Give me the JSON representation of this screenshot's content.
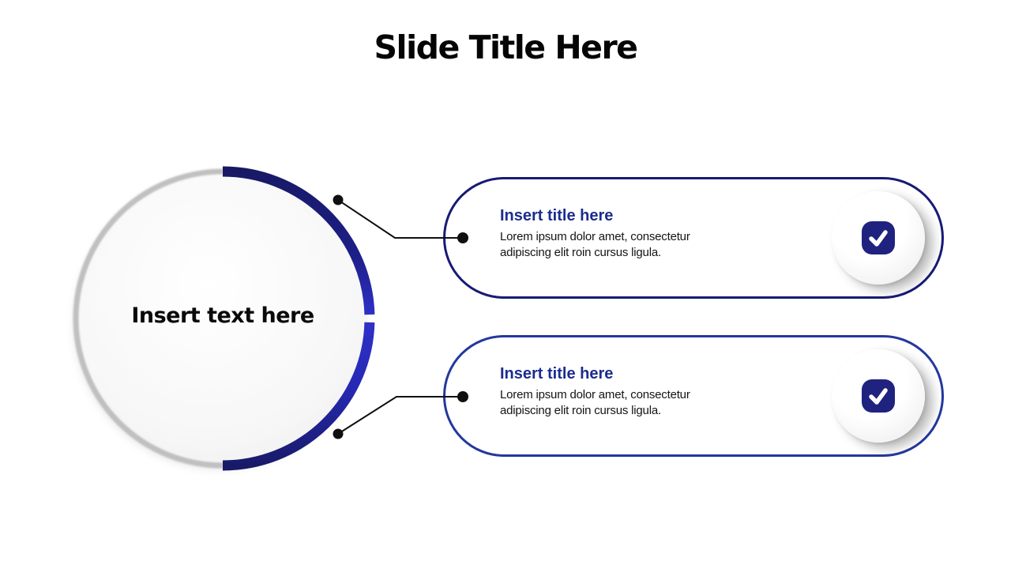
{
  "slide": {
    "title": "Slide Title Here",
    "background": "#ffffff"
  },
  "circle": {
    "label": "Insert text here",
    "fill_gradient": [
      "#ffffff",
      "#efefef"
    ],
    "left_arc_color": "#c0c0c0",
    "right_arc_gradient": [
      "#171963",
      "#2f31c9",
      "#171963"
    ]
  },
  "items": [
    {
      "title": "Insert title here",
      "body_line1": "Lorem ipsum dolor amet, consectetur",
      "body_line2": "adipiscing elit roin cursus ligula.",
      "border_color": "#181b74",
      "icon": "check-icon",
      "icon_bg": "#20227f"
    },
    {
      "title": "Insert title here",
      "body_line1": "Lorem ipsum dolor amet, consectetur",
      "body_line2": "adipiscing elit roin cursus ligula.",
      "border_color": "#24389d",
      "icon": "check-icon",
      "icon_bg": "#20227f"
    }
  ],
  "colors": {
    "title_text": "#050505",
    "box_title_blue": "#1c2c8e",
    "body_text": "#141414",
    "connector": "#101010"
  }
}
